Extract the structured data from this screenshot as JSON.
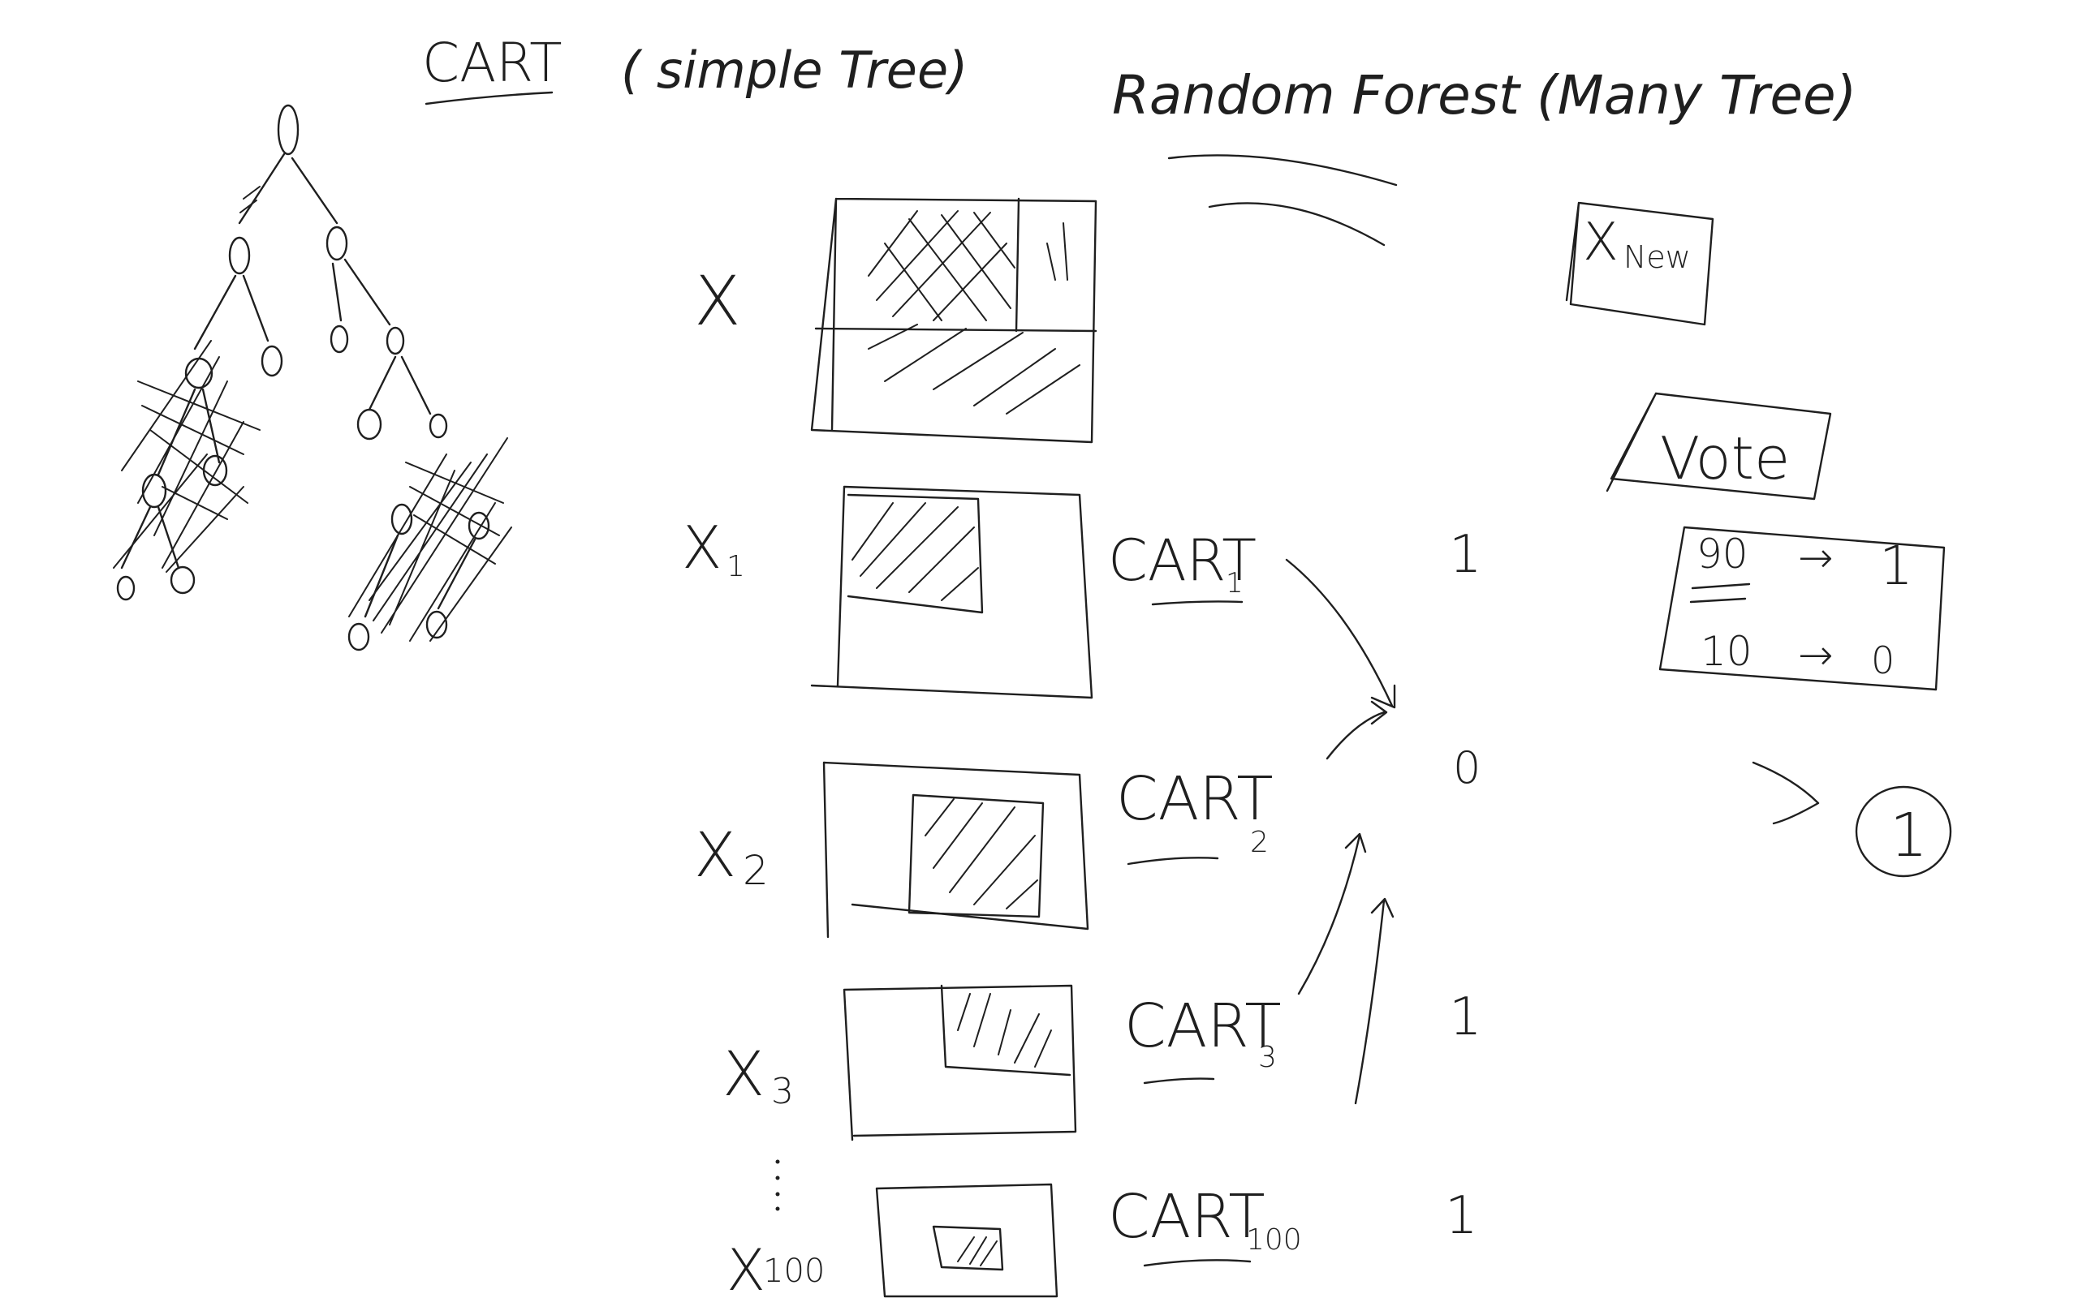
{
  "cart_title": "CART",
  "cart_subtitle": "( simple Tree)",
  "rf_title": "Random Forest (Many Tree)",
  "dataset_label": "X",
  "subsets": [
    {
      "data_label": "X",
      "data_sub": "1",
      "model_label": "CART",
      "model_sub": "1",
      "prediction": "1"
    },
    {
      "data_label": "X",
      "data_sub": "2",
      "model_label": "CART",
      "model_sub": "2",
      "prediction": "0"
    },
    {
      "data_label": "X",
      "data_sub": "3",
      "model_label": "CART",
      "model_sub": "3",
      "prediction": "1"
    },
    {
      "data_label": "X",
      "data_sub": "100",
      "model_label": "CART",
      "model_sub": "100",
      "prediction": "1"
    }
  ],
  "x_new": {
    "main": "X",
    "sub": "New"
  },
  "vote_label": "Vote",
  "vote_results": [
    {
      "count": "90",
      "class": "1"
    },
    {
      "count": "10",
      "class": "0"
    }
  ],
  "final_output": "1",
  "arrow_glyph": "→"
}
